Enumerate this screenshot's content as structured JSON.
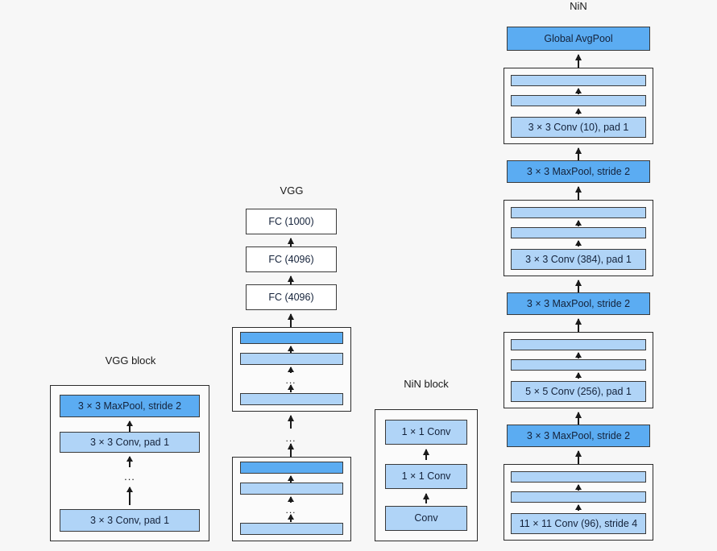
{
  "diagram": {
    "background": "#f7f7f7",
    "colors": {
      "pool": "#5BACF2",
      "conv": "#B0D4F7",
      "plain": "#ffffff",
      "border": "#3a3a3a",
      "text": "#14223a"
    },
    "ellipsis": "...",
    "columns": {
      "vgg_block": {
        "title": "VGG block",
        "nodes": [
          {
            "label": "3 × 3 MaxPool, stride 2",
            "kind": "pool"
          },
          {
            "label": "3 × 3 Conv, pad 1",
            "kind": "conv"
          },
          {
            "label": "...",
            "kind": "ellipsis"
          },
          {
            "label": "3 × 3 Conv, pad 1",
            "kind": "conv"
          }
        ]
      },
      "vgg": {
        "title": "VGG",
        "nodes": [
          {
            "label": "FC (1000)",
            "kind": "plain"
          },
          {
            "label": "FC (4096)",
            "kind": "plain"
          },
          {
            "label": "FC (4096)",
            "kind": "plain"
          },
          {
            "label": "",
            "kind": "group-top"
          },
          {
            "label": "...",
            "kind": "ellipsis"
          },
          {
            "label": "",
            "kind": "group-bottom"
          }
        ],
        "group_top_bars": [
          {
            "label": "",
            "kind": "pool"
          },
          {
            "label": "",
            "kind": "conv"
          },
          {
            "label": "...",
            "kind": "ellipsis"
          },
          {
            "label": "",
            "kind": "conv"
          }
        ],
        "group_bottom_bars": [
          {
            "label": "",
            "kind": "pool"
          },
          {
            "label": "",
            "kind": "conv"
          },
          {
            "label": "...",
            "kind": "ellipsis"
          },
          {
            "label": "",
            "kind": "conv"
          }
        ]
      },
      "nin_block": {
        "title": "NiN block",
        "nodes": [
          {
            "label": "1 × 1 Conv",
            "kind": "conv"
          },
          {
            "label": "1 × 1 Conv",
            "kind": "conv"
          },
          {
            "label": "Conv",
            "kind": "conv"
          }
        ]
      },
      "nin": {
        "title": "NiN",
        "head": {
          "label": "Global AvgPool",
          "kind": "pool"
        },
        "stages": [
          {
            "bars": [
              {
                "label": "",
                "kind": "conv"
              },
              {
                "label": "",
                "kind": "conv"
              },
              {
                "label": "3 × 3 Conv (10), pad 1",
                "kind": "conv"
              }
            ]
          },
          {
            "bars": [
              {
                "label": "",
                "kind": "conv"
              },
              {
                "label": "",
                "kind": "conv"
              },
              {
                "label": "3 × 3 Conv (384), pad 1",
                "kind": "conv"
              }
            ]
          },
          {
            "bars": [
              {
                "label": "",
                "kind": "conv"
              },
              {
                "label": "",
                "kind": "conv"
              },
              {
                "label": "5 × 5 Conv (256), pad 1",
                "kind": "conv"
              }
            ]
          },
          {
            "bars": [
              {
                "label": "",
                "kind": "conv"
              },
              {
                "label": "",
                "kind": "conv"
              },
              {
                "label": "11 × 11 Conv (96), stride 4",
                "kind": "conv"
              }
            ]
          }
        ],
        "pools": [
          {
            "label": "3 × 3 MaxPool, stride 2",
            "kind": "pool"
          },
          {
            "label": "3 × 3 MaxPool, stride 2",
            "kind": "pool"
          },
          {
            "label": "3 × 3 MaxPool, stride 2",
            "kind": "pool"
          }
        ]
      }
    }
  }
}
